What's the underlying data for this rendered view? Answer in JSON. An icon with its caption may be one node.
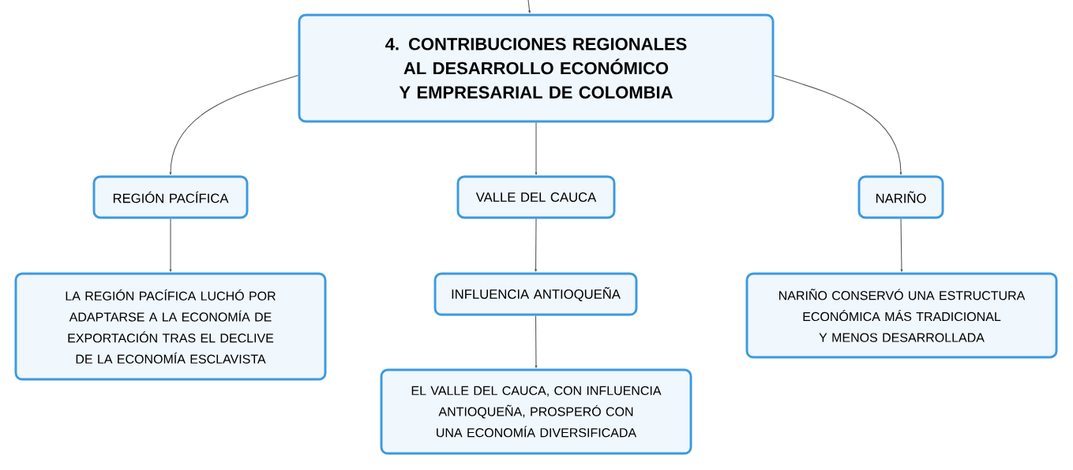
{
  "diagram": {
    "nodes": [
      {
        "text": [
          "4. CONTRIBUCIONES REGIONALES AL DESARROLLO ECONÓMICO Y EMPRESARIAL DE COLOMBIA"
        ]
      },
      {
        "text": [
          "REGIÓN PACÍFICA"
        ]
      },
      {
        "text": [
          "VALLE DEL CAUCA"
        ]
      },
      {
        "text": [
          "NARIÑO"
        ]
      },
      {
        "text": [
          "LA REGIÓN PACÍFICA LUCHÓ POR ADAPTARSE A LA ECONOMÍA DE EXPORTACIÓN TRAS EL DECLIVE DE LA ECONOMÍA ESCLAVISTA"
        ]
      },
      {
        "text": [
          "INFLUENCIA ANTIOQUEÑA"
        ]
      },
      {
        "text": [
          "EL VALLE DEL CAUCA, CON INFLUENCIA ANTIOQUEÑA, PROSPERÓ CON UNA ECONOMÍA DIVERSIFICADA"
        ]
      },
      {
        "text": [
          "NARIÑO CONSERVÓ UNA ESTRUCTURA ECONÓMICA MÁS TRADICIONAL Y MENOS DESARROLLADA"
        ]
      }
    ],
    "edges": [
      {
        "from": null,
        "to": 0,
        "arrow": "to"
      },
      {
        "from": 0,
        "to": 1,
        "arrow": "to"
      },
      {
        "from": 0,
        "to": 2,
        "arrow": "to"
      },
      {
        "from": 0,
        "to": 3,
        "arrow": "to"
      },
      {
        "from": 1,
        "to": 4,
        "arrow": "to"
      },
      {
        "from": 2,
        "to": 5,
        "arrow": "to"
      },
      {
        "from": 5,
        "to": 6,
        "arrow": "to"
      },
      {
        "from": 3,
        "to": 7,
        "arrow": "to"
      }
    ]
  }
}
